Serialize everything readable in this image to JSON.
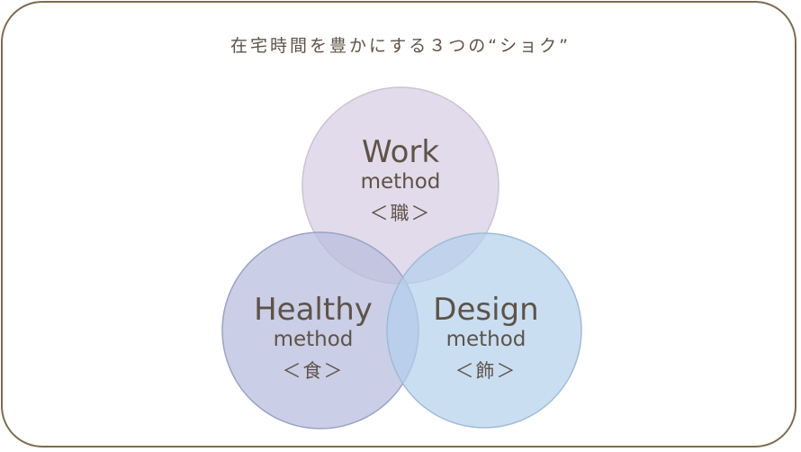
{
  "title": "在宅時間を豊かにする３つの“ショク”",
  "circles": [
    {
      "name": "Work",
      "sub": "method",
      "kanji": "＜職＞",
      "color": "#dcd5e7"
    },
    {
      "name": "Healthy",
      "sub": "method",
      "kanji": "＜食＞",
      "color": "#c3c8e2"
    },
    {
      "name": "Design",
      "sub": "method",
      "kanji": "＜飾＞",
      "color": "#bcd5ee"
    }
  ]
}
